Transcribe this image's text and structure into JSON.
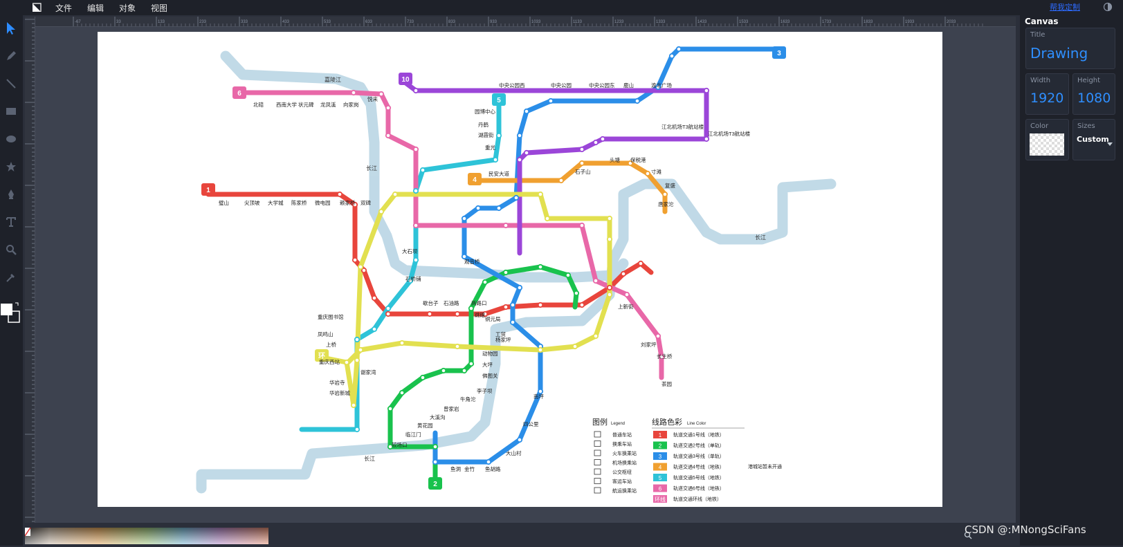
{
  "menubar": {
    "items": [
      "文件",
      "编辑",
      "对象",
      "视图"
    ],
    "top_link": "帮我定制"
  },
  "panel": {
    "title": "Canvas",
    "title_label": "Title",
    "title_value": "Drawing",
    "width_label": "Width",
    "width_value": "1920",
    "height_label": "Height",
    "height_value": "1080",
    "color_label": "Color",
    "sizes_label": "Sizes",
    "sizes_value": "Custom"
  },
  "watermark": "CSDN @:MNongSciFans",
  "rulers": {
    "top_ticks": [
      "-67",
      "33",
      "133",
      "233",
      "333",
      "433",
      "533",
      "633",
      "733",
      "833",
      "933",
      "1033",
      "1133",
      "1233",
      "1333",
      "1433",
      "1533",
      "1633",
      "1733",
      "1833",
      "1933",
      "2033"
    ]
  },
  "map": {
    "rivers": [
      "嘉陵江",
      "长江",
      "长江",
      "长江"
    ],
    "lines": [
      {
        "id": "1",
        "color": "#e8453c",
        "stations": [
          "璧山",
          "尖顶坡",
          "大学城",
          "陈家桥",
          "微电园",
          "赖家桥",
          "双碑"
        ]
      },
      {
        "id": "2",
        "color": "#19c24d",
        "stations": [
          "较场口",
          "临江门",
          "黄花园",
          "大溪沟",
          "曾家岩",
          "牛角沱",
          "李子坝",
          "佛图关",
          "大坪",
          "动物园",
          "杨家坪"
        ]
      },
      {
        "id": "3",
        "color": "#2b8ee8",
        "stations": [
          "鱼洞",
          "金竹",
          "鱼胡路",
          "大山村",
          "四公里",
          "南坪",
          "工贸",
          "铜元局",
          "两路口",
          "观音桥",
          "江北机场T3航站楼"
        ]
      },
      {
        "id": "4",
        "color": "#f0a030",
        "stations": [
          "民安大道",
          "石子山",
          "头塘",
          "保税港",
          "寸滩",
          "复盛",
          "唐家沱"
        ]
      },
      {
        "id": "5",
        "color": "#2ec3d8",
        "stations": [
          "园博中心",
          "丹鹤",
          "湖霞街",
          "重光",
          "大石坝",
          "石桥铺",
          "歇台子",
          "石油路",
          "跳磴"
        ]
      },
      {
        "id": "6",
        "color": "#e868a8",
        "stations": [
          "北碚",
          "西南大学",
          "状元碑",
          "龙凤溪",
          "向家岗",
          "悦来",
          "茶园",
          "长生桥",
          "刘家坪",
          "上新街"
        ]
      },
      {
        "id": "10",
        "color": "#9b46d8",
        "stations": [
          "中央公园西",
          "中央公园",
          "中央公园东",
          "鹿山",
          "渝北广场",
          "江北机场T3航站楼"
        ]
      },
      {
        "id": "环",
        "color": "#e2e050",
        "stations": [
          "重庆图书馆",
          "凤鸣山",
          "上桥",
          "华岩寺",
          "华岩新城",
          "重庆西站",
          "谢家湾"
        ]
      }
    ],
    "legend": {
      "title": "图例",
      "title_en": "Legend",
      "items": [
        "普通车站",
        "换乘车站",
        "火车换乘站",
        "机场换乘站",
        "公交枢纽",
        "客运车站",
        "航运换乘站"
      ],
      "color_title": "线路色彩",
      "color_title_en": "Line Color",
      "lines": [
        {
          "badge": "1",
          "label": "轨道交通1号线（地铁）",
          "color": "#e8453c"
        },
        {
          "badge": "2",
          "label": "轨道交通2号线（单轨）",
          "color": "#19c24d"
        },
        {
          "badge": "3",
          "label": "轨道交通3号线（单轨）",
          "color": "#2b8ee8"
        },
        {
          "badge": "4",
          "label": "轨道交通4号线（地铁）",
          "color": "#f0a030"
        },
        {
          "badge": "5",
          "label": "轨道交通5号线（地铁）",
          "color": "#2ec3d8"
        },
        {
          "badge": "6",
          "label": "轨道交通6号线（地铁）",
          "color": "#e868a8"
        },
        {
          "badge": "环线",
          "label": "轨道交通环线（地铁）",
          "color": "#e868a8"
        }
      ],
      "note": "港城站暂未开通"
    }
  }
}
